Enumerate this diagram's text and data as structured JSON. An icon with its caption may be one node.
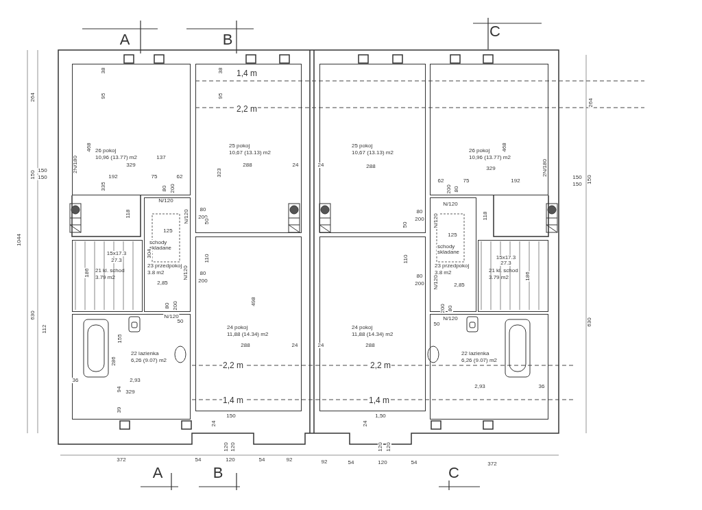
{
  "diagram": {
    "nodes": [
      {
        "text": [
          "26 pokoj",
          "10,96 (13.77) m2"
        ]
      },
      {
        "text": [
          "25 pokoj",
          "10,67 (13.13) m2"
        ]
      },
      {
        "text": [
          "25 pokoj",
          "10,67 (13.13) m2"
        ]
      },
      {
        "text": [
          "26 pokoj",
          "10,96 (13.77) m2"
        ]
      },
      {
        "text": [
          "23 przedpokoj",
          "3.8 m2"
        ]
      },
      {
        "text": [
          "21 kl. schod",
          "3.79 m2"
        ]
      },
      {
        "text": [
          "23 przedpokoj",
          "3.8 m2"
        ]
      },
      {
        "text": [
          "21 kl. schod",
          "3.79 m2"
        ]
      },
      {
        "text": [
          "24 pokoj",
          "11,88 (14.34) m2"
        ]
      },
      {
        "text": [
          "24 pokoj",
          "11,88 (14.34) m2"
        ]
      },
      {
        "text": [
          "22 lazienka",
          "6,26 (9.07) m2"
        ]
      },
      {
        "text": [
          "22 lazienka",
          "6,26 (9.07) m2"
        ]
      }
    ],
    "labels": [
      "A",
      "B",
      "C",
      "38",
      "38",
      "1,4 m",
      "95",
      "95",
      "264",
      "264",
      "2,2 m",
      "468",
      "468",
      "137",
      "329",
      "288",
      "24",
      "24",
      "288",
      "329",
      "2N/180",
      "2N/180",
      "150",
      "150",
      "150",
      "150",
      "150",
      "150",
      "192",
      "75",
      "62",
      "62",
      "75",
      "192",
      "323",
      "335",
      "80",
      "200",
      "200",
      "80",
      "N/120",
      "N/120",
      "N/120",
      "80",
      "200",
      "50",
      "118",
      "118",
      "80",
      "200",
      "50",
      "N/120",
      "125",
      "125",
      "1044",
      "schody skladane",
      "schody skladane",
      "15x17.3",
      "27.3",
      "304",
      "110",
      "15x17.3",
      "27.3",
      "110",
      "186",
      "N/120",
      "80",
      "200",
      "186",
      "80",
      "200",
      "N/120",
      "2,85",
      "2,85",
      "80",
      "200",
      "200",
      "80",
      "N/120",
      "N/120",
      "630",
      "630",
      "50",
      "50",
      "498",
      "112",
      "155",
      "288",
      "24",
      "24",
      "288",
      "286",
      "2,2 m",
      "2,2 m",
      "36",
      "2,93",
      "2,93",
      "36",
      "94",
      "329",
      "1,4 m",
      "1,4 m",
      "39",
      "150",
      "1,50",
      "24",
      "24",
      "120",
      "120",
      "120",
      "120",
      "372",
      "54",
      "120",
      "54",
      "92",
      "92",
      "54",
      "120",
      "54",
      "372",
      "A",
      "B",
      "C"
    ]
  }
}
